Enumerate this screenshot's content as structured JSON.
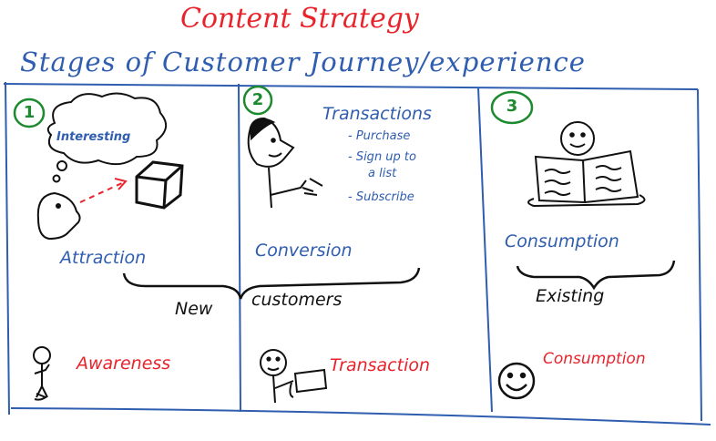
{
  "title": "Content Strategy",
  "subtitle": "Stages of Customer Journey/experience",
  "stages": [
    {
      "number": "1",
      "thought": "Interesting",
      "label": "Attraction",
      "bottom_label": "Awareness"
    },
    {
      "number": "2",
      "heading": "Transactions",
      "list": [
        "- Purchase",
        "- Sign up to",
        "a list",
        "- Subscribe"
      ],
      "label": "Conversion",
      "bottom_label": "Transaction"
    },
    {
      "number": "3",
      "label": "Consumption",
      "bottom_label": "Consumption"
    }
  ],
  "groups": {
    "new_customers": [
      "New",
      "customers"
    ],
    "existing": "Existing"
  },
  "colors": {
    "title": "#e8232b",
    "subtitle": "#2f5db0",
    "frame": "#2f5db0",
    "numbers": "#1c8a2e",
    "ink": "#111111"
  }
}
